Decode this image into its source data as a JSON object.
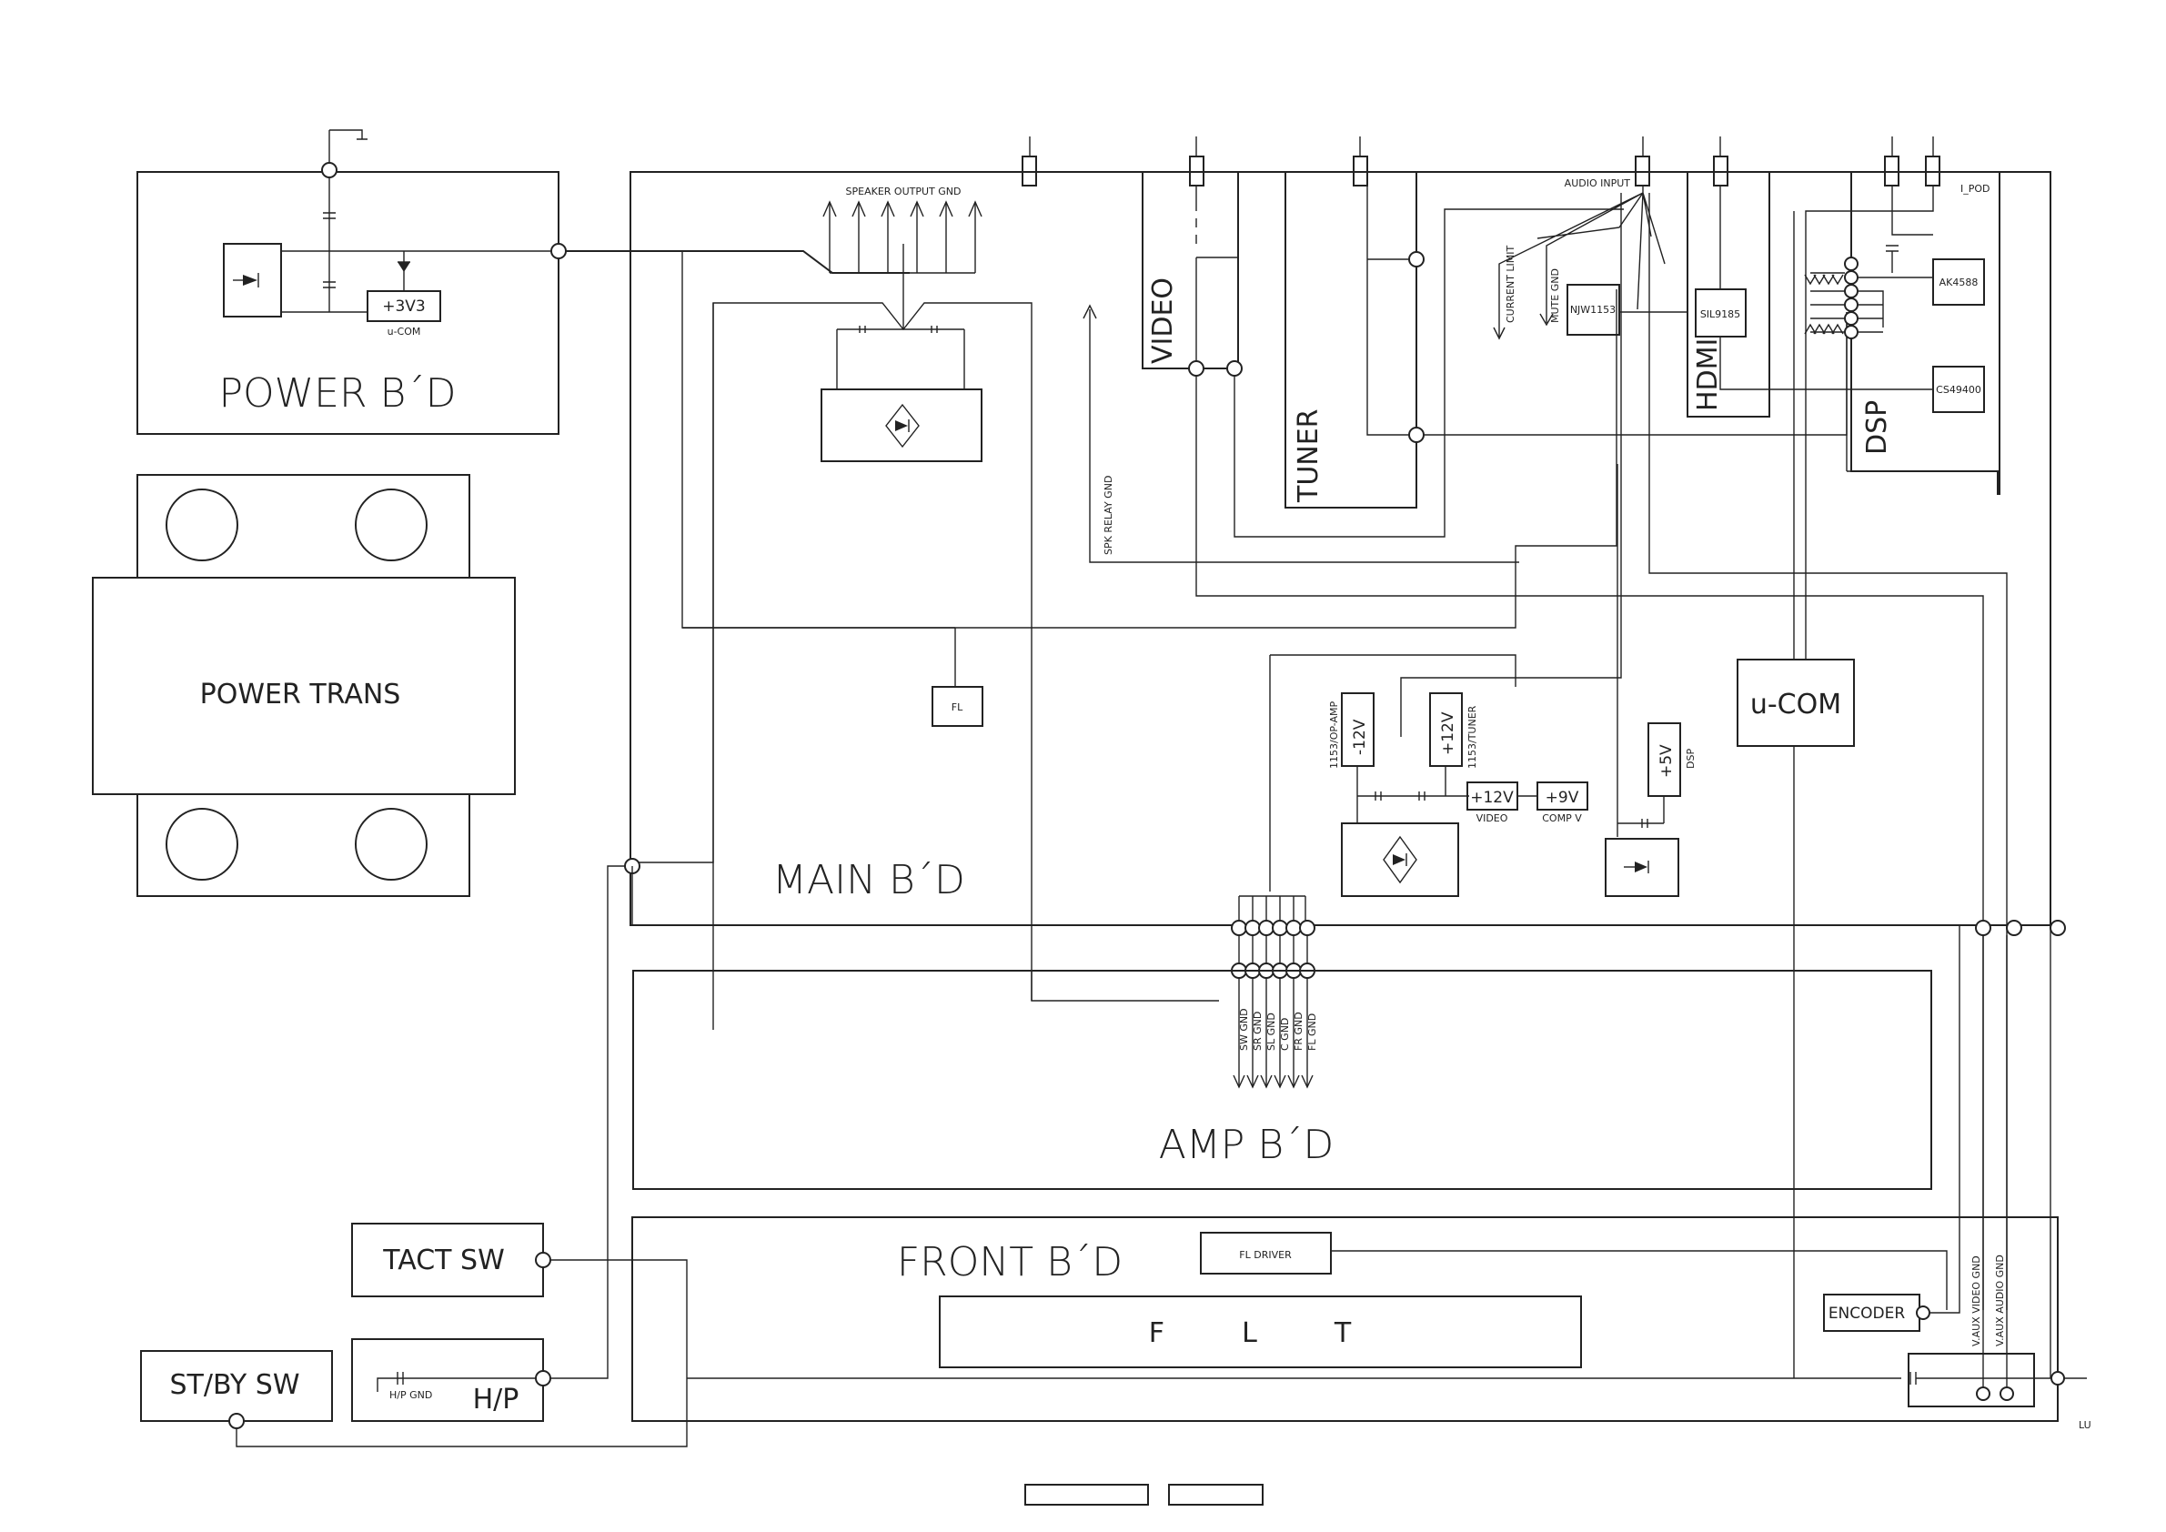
{
  "boards": {
    "power": "POWER B´D",
    "power_trans": "POWER TRANS",
    "main": "MAIN B´D",
    "amp": "AMP B´D",
    "front": "FRONT B´D"
  },
  "modules": {
    "video": "VIDEO",
    "tuner": "TUNER",
    "hdmi": "HDMI",
    "dsp": "DSP",
    "ucom": "u-COM",
    "flt": "F  L  T",
    "fl_driver": "FL DRIVER",
    "encoder": "ENCODER",
    "tact_sw": "TACT SW",
    "stby_sw": "ST/BY SW",
    "hp": "H/P",
    "fl": "FL",
    "njw1153": "NJW1153",
    "sil9185": "SIL9185",
    "ak4588": "AK4588",
    "cs49400": "CS49400"
  },
  "regulators": {
    "p3v3": "+3V3",
    "p3v3_label": "u-COM",
    "m12v": "-12V",
    "m12v_label": "1153/OP-AMP",
    "p12v_tuner": "+12V",
    "p12v_tuner_label": "1153/TUNER",
    "p12v_video": "+12V",
    "p12v_video_label": "VIDEO",
    "p9v": "+9V",
    "p9v_label": "COMP V",
    "p5v": "+5V",
    "p5v_label": "DSP"
  },
  "signals": {
    "speaker_output_gnd": "SPEAKER OUTPUT GND",
    "audio_input": "AUDIO INPUT",
    "ipod": "I_POD",
    "current_limit": "CURRENT LIMIT",
    "mute_gnd": "MUTE GND",
    "spk_relay_gnd": "SPK RELAY GND",
    "hp_gnd": "H/P GND",
    "vaux_video_gnd": "V.AUX VIDEO GND",
    "vaux_audio_gnd": "V.AUX AUDIO GND",
    "edge_label": "LU"
  },
  "amp_outputs": [
    "SW GND",
    "SR GND",
    "SL GND",
    "C GND",
    "FR GND",
    "FL GND"
  ]
}
